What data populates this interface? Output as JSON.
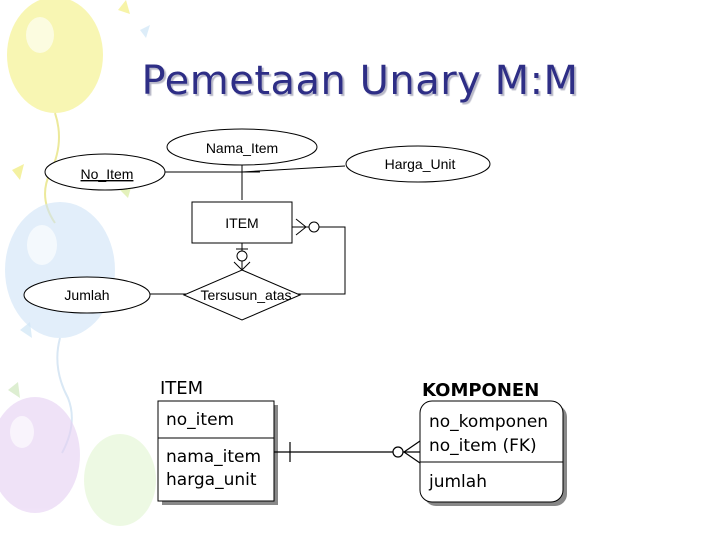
{
  "slide": {
    "title": "Pemetaan Unary M:M"
  },
  "er_diagram": {
    "attributes": {
      "nama_item": "Nama_Item",
      "no_item": "No_Item",
      "harga_unit": "Harga_Unit",
      "jumlah": "Jumlah"
    },
    "entity": "ITEM",
    "relationship": "Tersusun_atas"
  },
  "relational": {
    "item": {
      "name": "ITEM",
      "key": "no_item",
      "attributes": [
        "nama_item",
        "harga_unit"
      ]
    },
    "komponen": {
      "name": "KOMPONEN",
      "keys": [
        "no_komponen",
        "no_item (FK)"
      ],
      "attributes": [
        "jumlah"
      ]
    }
  },
  "colors": {
    "title": "#2e2e86",
    "line": "#000000",
    "balloon_yellow": "#f3f07a",
    "balloon_blue": "#b9d8f2",
    "balloon_purple": "#d8b9ee",
    "balloon_green": "#c6eca6"
  }
}
